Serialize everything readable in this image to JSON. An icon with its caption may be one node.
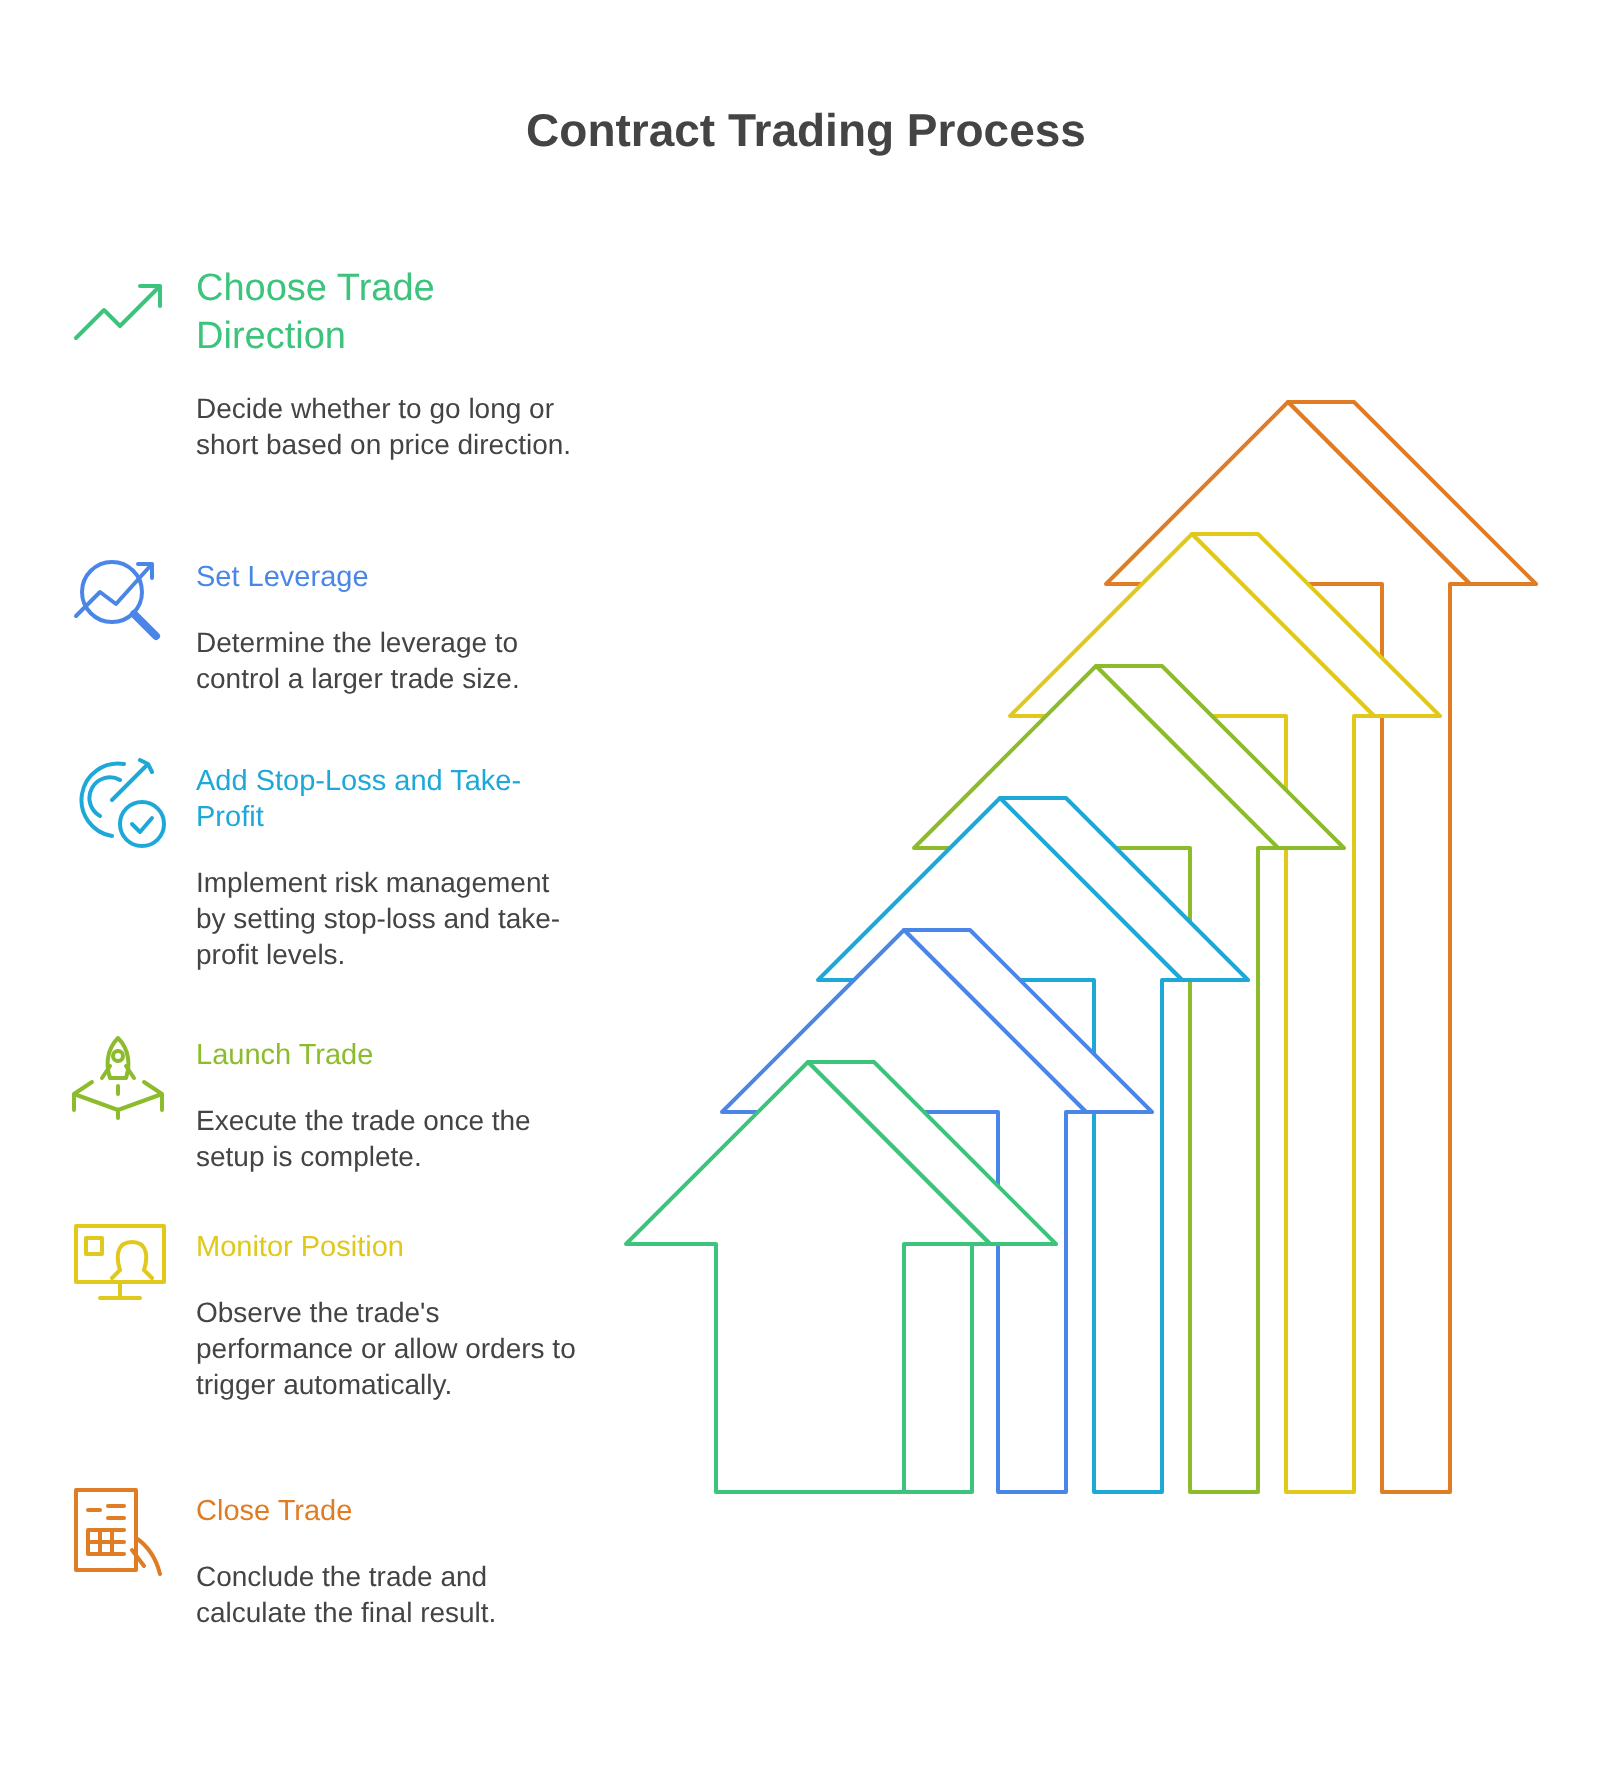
{
  "diagram": {
    "title": "Contract Trading Process",
    "nodes": [
      {
        "text": [
          "Choose Trade Direction",
          "Decide whether to go long or short based on price direction."
        ]
      },
      {
        "text": [
          "Set Leverage",
          "Determine the leverage to control a larger trade size."
        ]
      },
      {
        "text": [
          "Add Stop-Loss and Take-Profit",
          "Implement risk management by setting stop-loss and take-profit levels."
        ]
      },
      {
        "text": [
          "Launch Trade",
          "Execute the trade once the setup is complete."
        ]
      },
      {
        "text": [
          "Monitor Position",
          "Observe the trade's performance or allow orders to trigger automatically."
        ]
      },
      {
        "text": [
          "Close Trade",
          "Conclude the trade and calculate the final result."
        ]
      }
    ],
    "edges": []
  }
}
